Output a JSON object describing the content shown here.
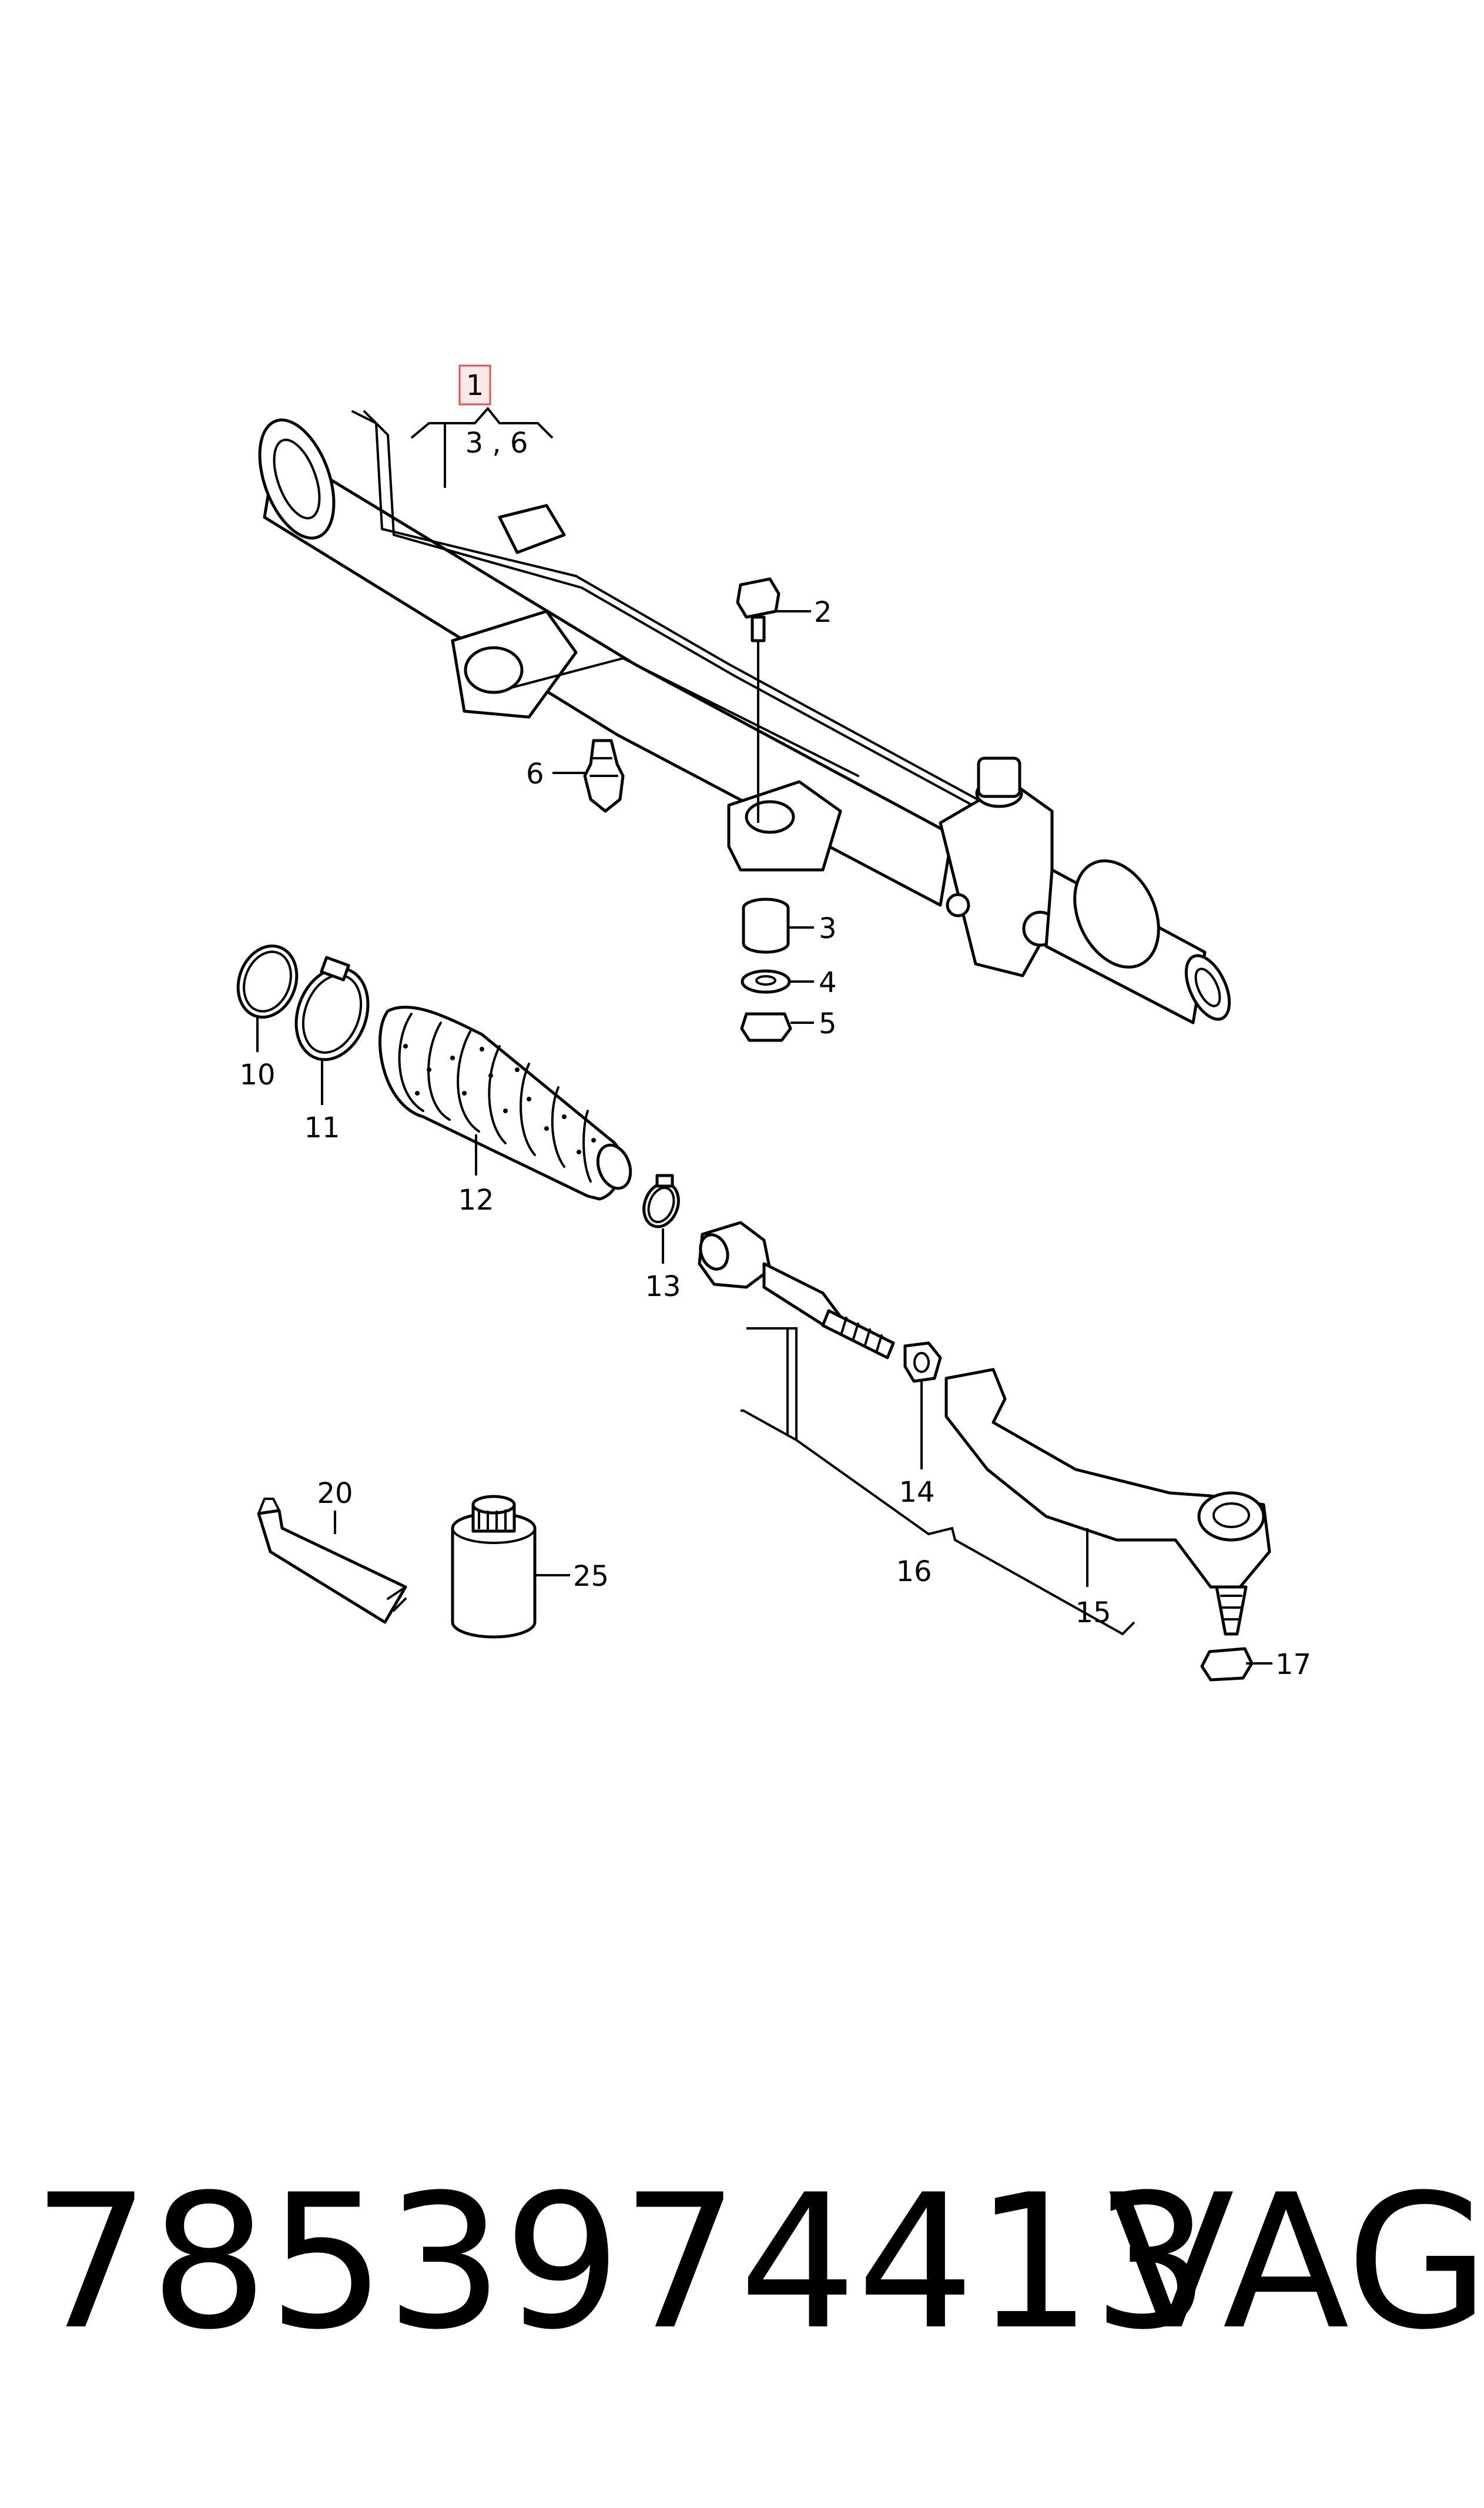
{
  "diagram": {
    "callouts": {
      "c1": "1",
      "c1_sub": "3 , 6",
      "c2": "2",
      "c3": "3",
      "c4": "4",
      "c5": "5",
      "c6": "6",
      "c10": "10",
      "c11": "11",
      "c12": "12",
      "c13": "13",
      "c14": "14",
      "c15": "15",
      "c16": "16",
      "c17": "17",
      "c20": "20",
      "c25": "25"
    },
    "highlight_color": "#e05050"
  },
  "footer": {
    "part_number": "7853974413",
    "brand": "VAG"
  }
}
